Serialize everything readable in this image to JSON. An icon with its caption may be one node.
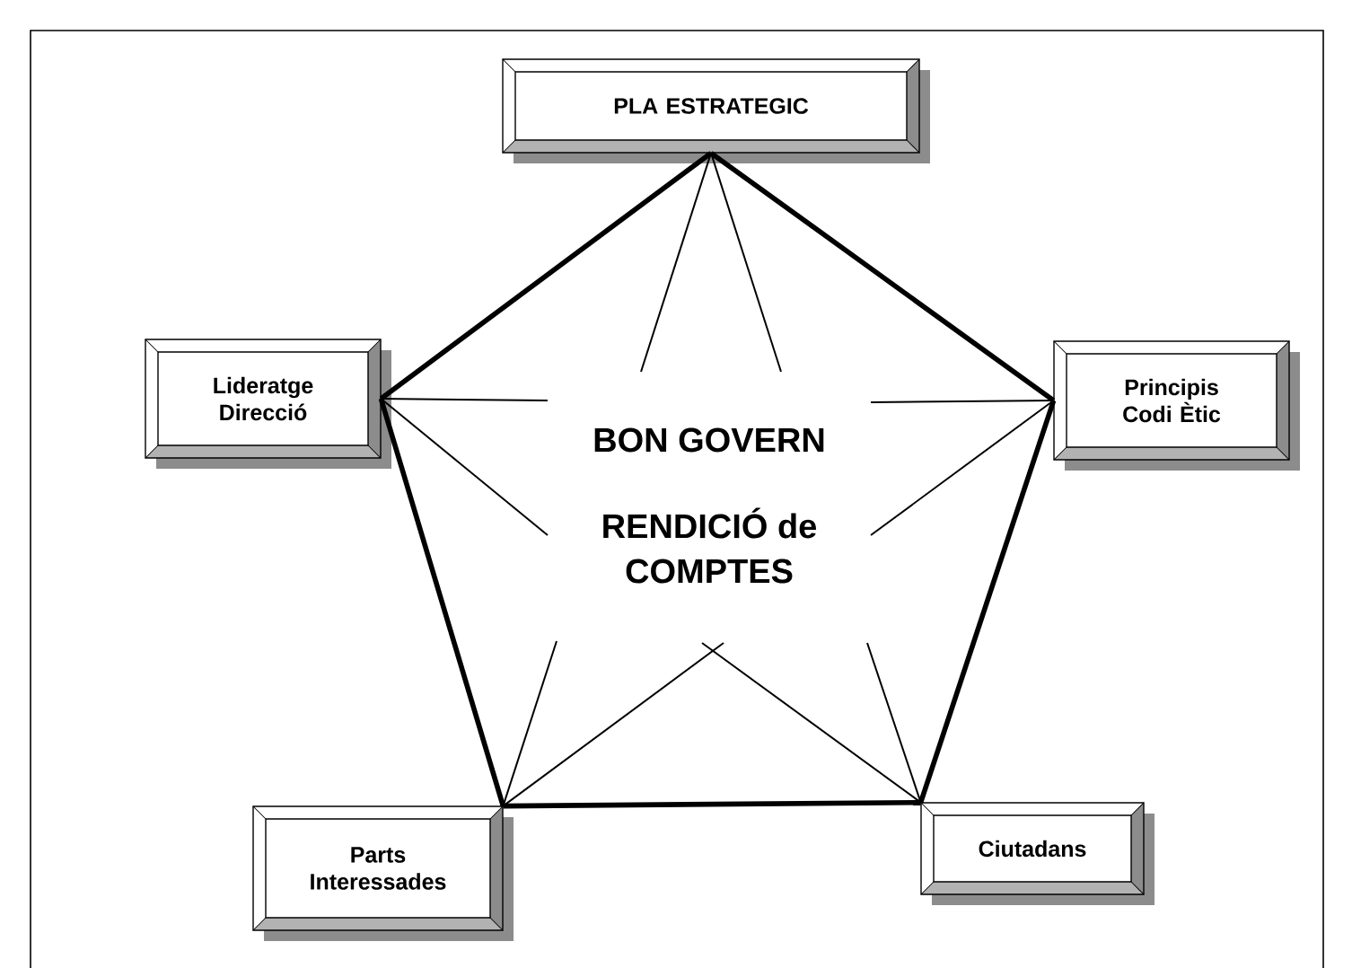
{
  "diagram": {
    "nodes": [
      {
        "text": [
          "PLA ESTRATEGIC"
        ]
      },
      {
        "text": [
          "Lideratge Direcció"
        ]
      },
      {
        "text": [
          "Principis Codi Ètic"
        ]
      },
      {
        "text": [
          "Parts Interessades"
        ]
      },
      {
        "text": [
          "Ciutadans"
        ]
      },
      {
        "text": [
          "BON GOVERN",
          "RENDICIÓ de COMPTES"
        ]
      }
    ],
    "edges": [
      {
        "from": 0,
        "to": 1,
        "arrow": "none",
        "style": "thick"
      },
      {
        "from": 0,
        "to": 2,
        "arrow": "none",
        "style": "thick"
      },
      {
        "from": 1,
        "to": 3,
        "arrow": "none",
        "style": "thick"
      },
      {
        "from": 2,
        "to": 4,
        "arrow": "none",
        "style": "thick"
      },
      {
        "from": 3,
        "to": 4,
        "arrow": "none",
        "style": "thick"
      },
      {
        "from": 0,
        "to": 5,
        "arrow": "none"
      },
      {
        "from": 0,
        "to": 5,
        "arrow": "none"
      },
      {
        "from": 1,
        "to": 5,
        "arrow": "none"
      },
      {
        "from": 1,
        "to": 5,
        "arrow": "none"
      },
      {
        "from": 2,
        "to": 5,
        "arrow": "none"
      },
      {
        "from": 2,
        "to": 5,
        "arrow": "none"
      },
      {
        "from": 3,
        "to": 5,
        "arrow": "none"
      },
      {
        "from": 3,
        "to": 5,
        "arrow": "none"
      },
      {
        "from": 4,
        "to": 5,
        "arrow": "none"
      },
      {
        "from": 4,
        "to": 5,
        "arrow": "none"
      }
    ]
  }
}
